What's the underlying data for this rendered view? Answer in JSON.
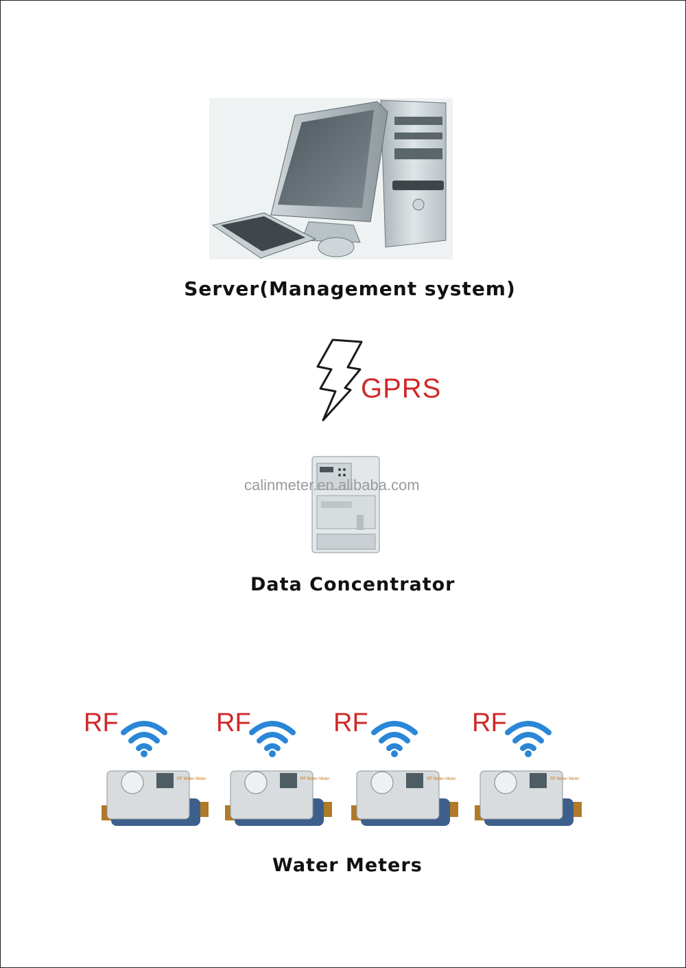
{
  "server": {
    "caption": "Server(Management system)"
  },
  "link": {
    "protocol": "GPRS",
    "icon": "lightning-bolt-icon"
  },
  "concentrator": {
    "caption": "Data Concentrator",
    "watermark": "calinmeter.en.alibaba.com"
  },
  "meters": {
    "caption": "Water Meters",
    "items": [
      {
        "rf": "RF",
        "tag": "RF Water Meter"
      },
      {
        "rf": "RF",
        "tag": "RF Water Meter"
      },
      {
        "rf": "RF",
        "tag": "RF Water Meter"
      },
      {
        "rf": "RF",
        "tag": "RF Water Meter"
      }
    ]
  },
  "colors": {
    "accent_red": "#d02828",
    "wifi_blue": "#2a86d6"
  }
}
